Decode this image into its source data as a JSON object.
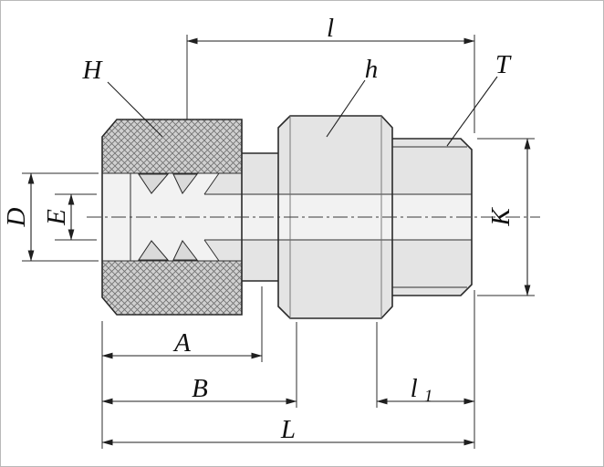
{
  "drawing": {
    "kind": "technical-dimension-drawing",
    "subject": "compression-tube-fitting-male-connector-cross-section",
    "colors": {
      "background": "#ffffff",
      "frame": "#b9b9b9",
      "outline": "#2a2a2a",
      "body_fill": "#e4e4e4",
      "bore_fill": "#f2f2f2",
      "ferrule_fill": "#dadada"
    },
    "dimensions": {
      "top_length": {
        "label": "l"
      },
      "nut": {
        "label": "H"
      },
      "hex": {
        "label": "h"
      },
      "thread": {
        "label": "T"
      },
      "tube_od": {
        "label": "D"
      },
      "bore": {
        "label": "E"
      },
      "thread_od": {
        "label": "K"
      },
      "length_a": {
        "label": "A"
      },
      "length_b": {
        "label": "B"
      },
      "thread_length": {
        "label": "l",
        "subscript": "1"
      },
      "overall_length": {
        "label": "L"
      }
    }
  }
}
